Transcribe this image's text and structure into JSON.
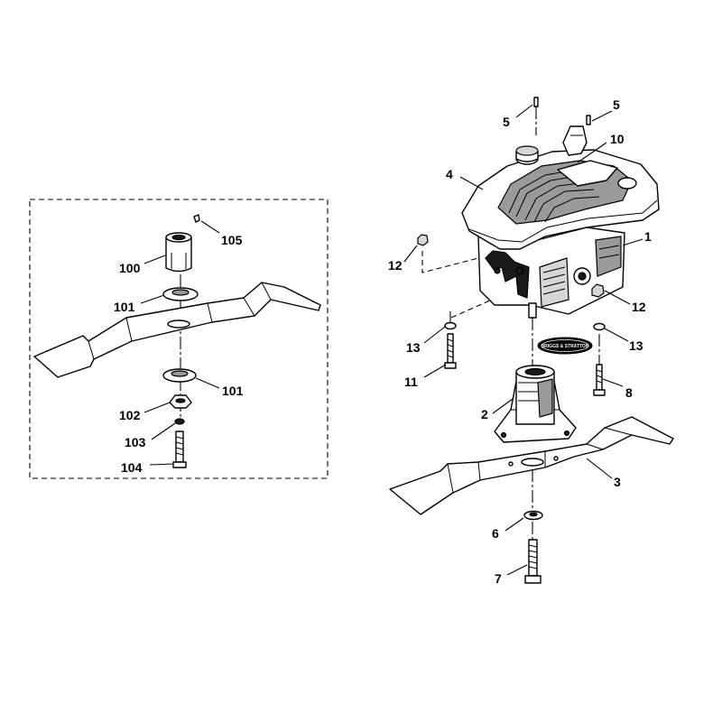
{
  "brand_badge": "BRIGGS & STRATTON",
  "callouts": {
    "c1": "1",
    "c2": "2",
    "c3": "3",
    "c4": "4",
    "c5a": "5",
    "c5b": "5",
    "c6": "6",
    "c7": "7",
    "c8": "8",
    "c10": "10",
    "c11": "11",
    "c12a": "12",
    "c12b": "12",
    "c13a": "13",
    "c13b": "13",
    "c100": "100",
    "c101a": "101",
    "c101b": "101",
    "c102": "102",
    "c103": "103",
    "c104": "104",
    "c105": "105"
  }
}
